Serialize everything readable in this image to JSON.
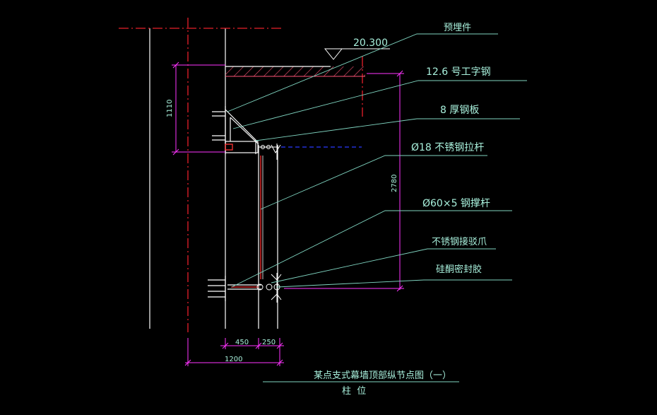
{
  "colors": {
    "background": "#000000",
    "structure": "#ffffff",
    "axis": "#e8202a",
    "dimension": "#ff33ff",
    "leader": "#7fd4c0",
    "label": "#a8f0dc",
    "hidden": "#2a3aff",
    "hatch": "#ff5577"
  },
  "elevation": {
    "value": "20.300"
  },
  "labels": [
    {
      "id": "embedded-part",
      "text": "预埋件"
    },
    {
      "id": "i-beam",
      "text": "12.6 号工字钢"
    },
    {
      "id": "steel-plate",
      "text": "8 厚钢板"
    },
    {
      "id": "tie-rod",
      "text": "Ø18 不锈钢拉杆"
    },
    {
      "id": "strut",
      "text": "Ø60×5 钢撑杆"
    },
    {
      "id": "spider-claw",
      "text": "不锈钢接驳爪"
    },
    {
      "id": "sealant",
      "text": "硅酮密封胶"
    }
  ],
  "dimensions": {
    "height_1110": "1110",
    "height_2780": "2780",
    "width_450": "450",
    "width_250": "250",
    "width_1200": "1200"
  },
  "title": {
    "main": "某点支式幕墙顶部纵节点图（一）",
    "sub": "柱  位"
  }
}
